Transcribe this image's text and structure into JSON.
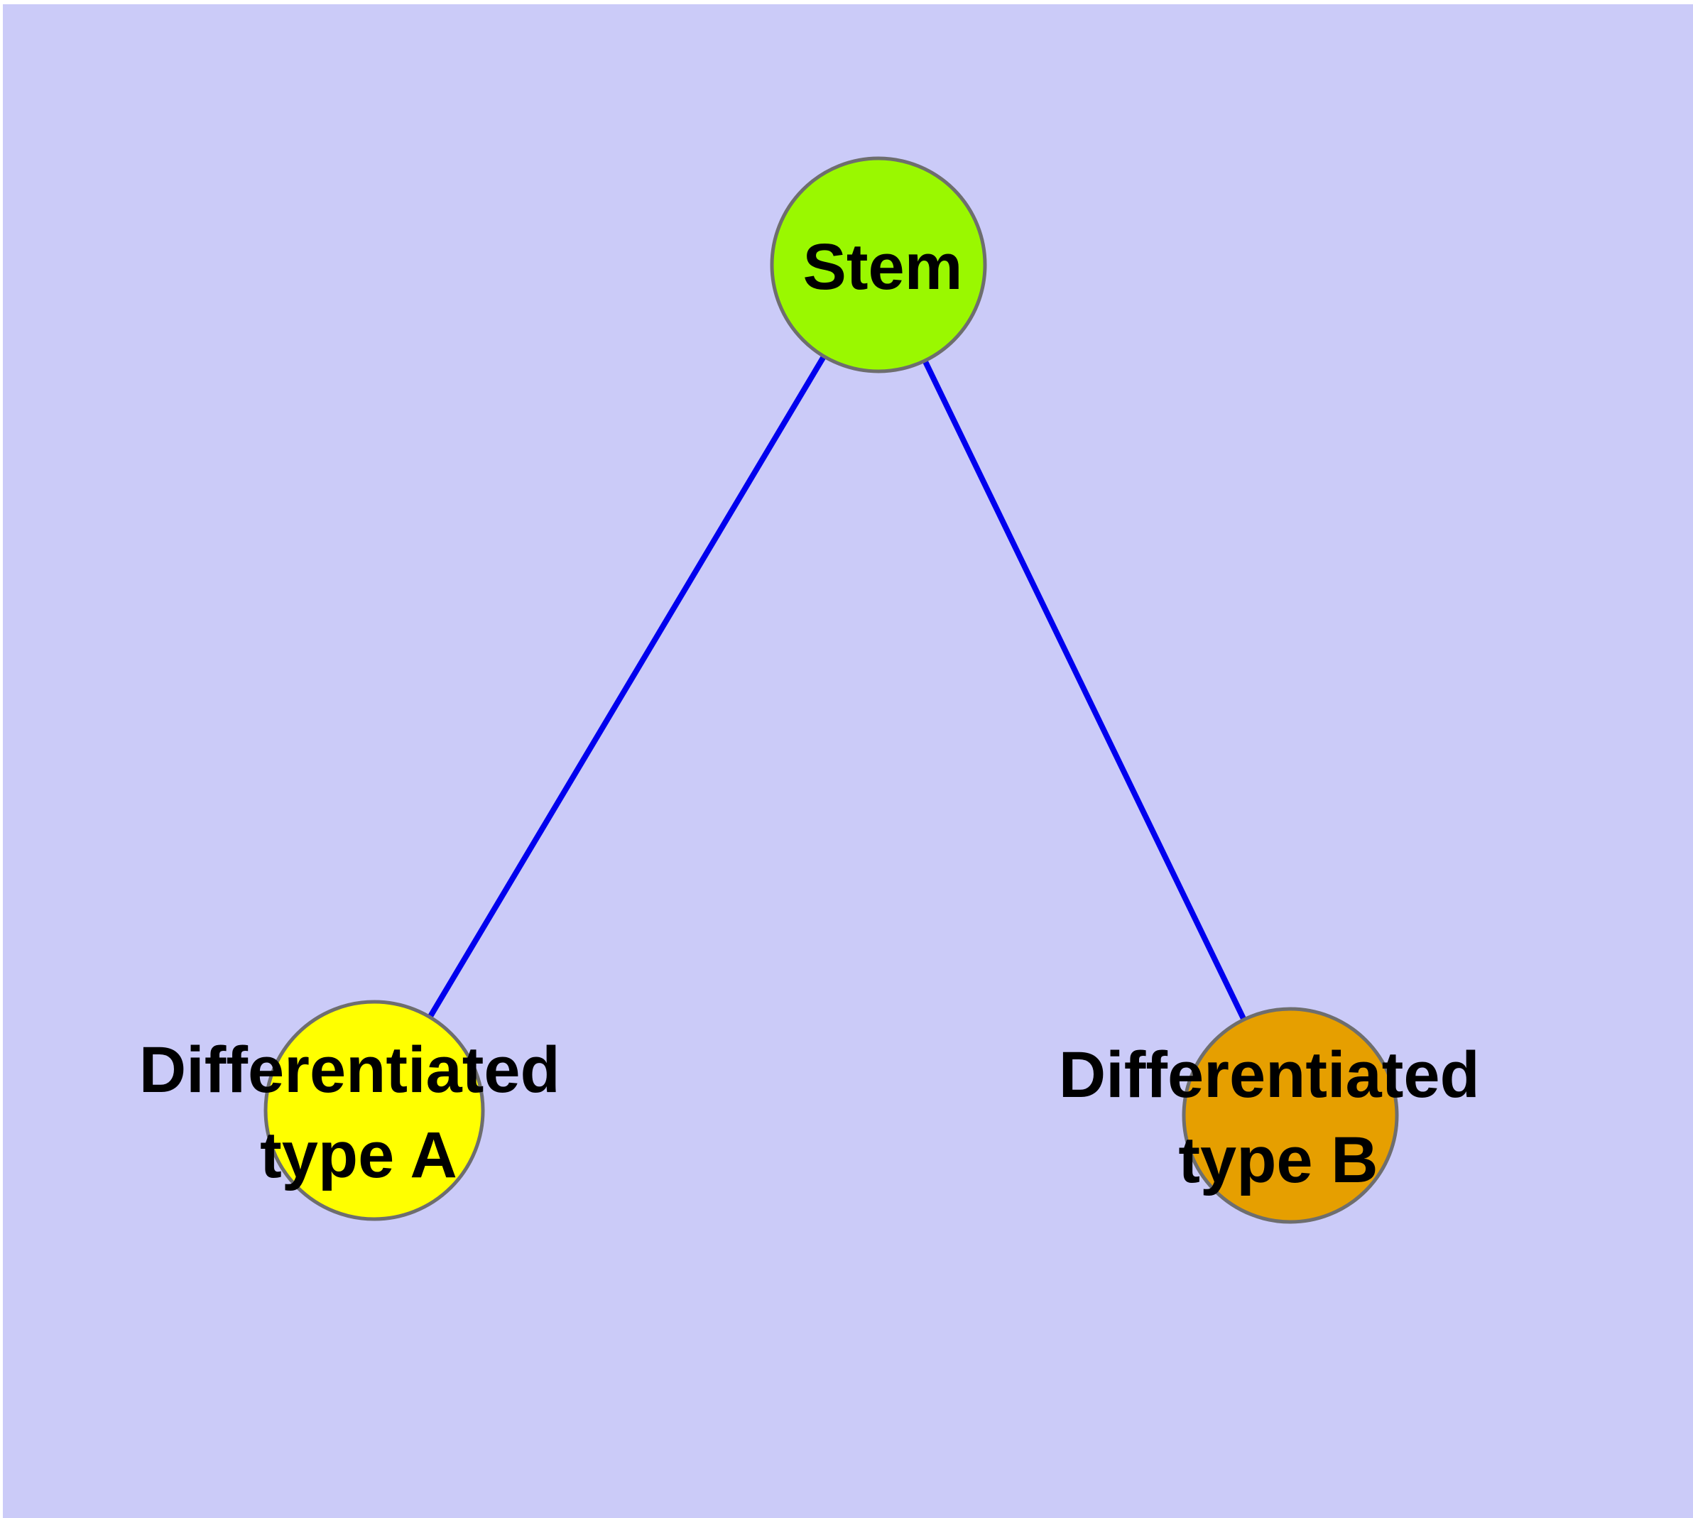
{
  "colors": {
    "page_margin": "#FFFFFF",
    "background": "#CBCBF8",
    "edge": "#0000EE",
    "node_border": "#6E6E6E",
    "label": "#000000"
  },
  "nodes": {
    "stem": {
      "label": "Stem",
      "fill": "#9AF800"
    },
    "type_a": {
      "label_line1": "Differentiated",
      "label_line2": "type A",
      "fill": "#FFFF00"
    },
    "type_b": {
      "label_line1": "Differentiated",
      "label_line2": "type B",
      "fill": "#E69F00"
    }
  },
  "edges": [
    {
      "from": "Stem",
      "to": "Differentiated type A"
    },
    {
      "from": "Stem",
      "to": "Differentiated type B"
    }
  ]
}
